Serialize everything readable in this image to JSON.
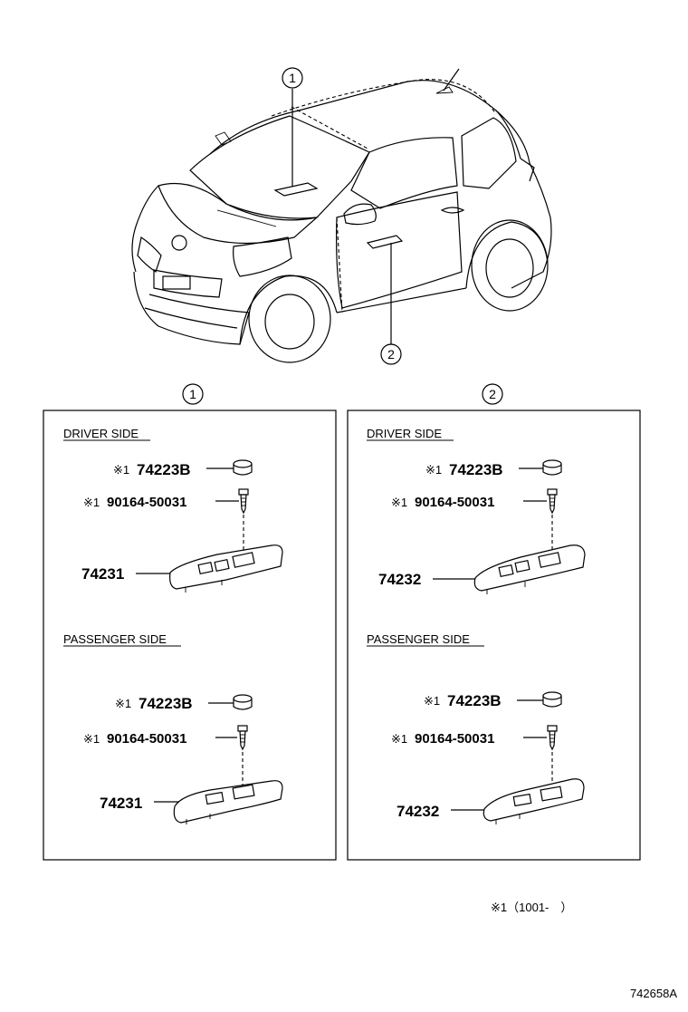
{
  "callouts": [
    "1",
    "2"
  ],
  "panels": [
    {
      "callout": "1",
      "driver": {
        "heading": "DRIVER SIDE",
        "cap_prefix": "※1",
        "cap_number": "74223B",
        "screw_prefix": "※1",
        "screw_number": "90164-50031",
        "switch_number": "74231"
      },
      "passenger": {
        "heading": "PASSENGER SIDE",
        "cap_prefix": "※1",
        "cap_number": "74223B",
        "screw_prefix": "※1",
        "screw_number": "90164-50031",
        "switch_number": "74231"
      }
    },
    {
      "callout": "2",
      "driver": {
        "heading": "DRIVER SIDE",
        "cap_prefix": "※1",
        "cap_number": "74223B",
        "screw_prefix": "※1",
        "screw_number": "90164-50031",
        "switch_number": "74232"
      },
      "passenger": {
        "heading": "PASSENGER SIDE",
        "cap_prefix": "※1",
        "cap_number": "74223B",
        "screw_prefix": "※1",
        "screw_number": "90164-50031",
        "switch_number": "74232"
      }
    }
  ],
  "footnote": "※1（1001-　）",
  "illustration_code": "742658A"
}
